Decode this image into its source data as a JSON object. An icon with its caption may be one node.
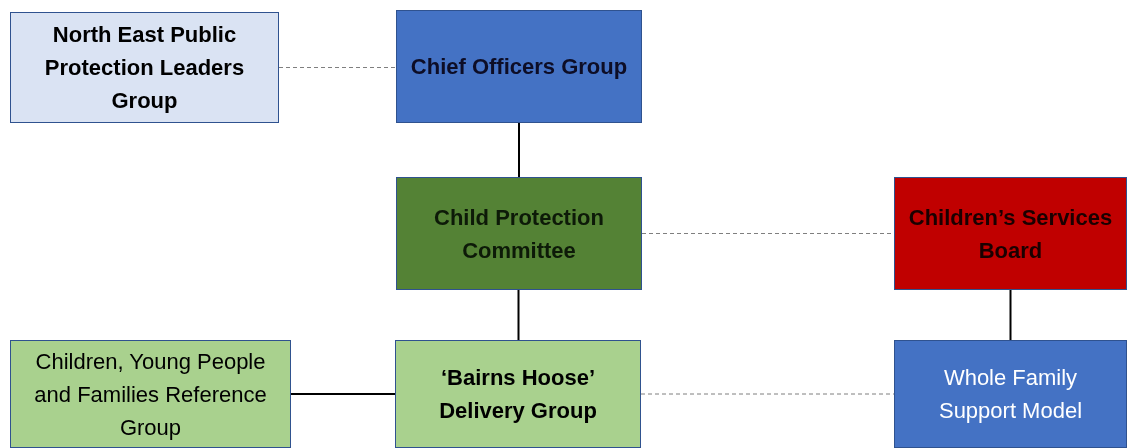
{
  "diagram": {
    "nodes": [
      {
        "text": [
          "North East Public Protection Leaders Group"
        ]
      },
      {
        "text": [
          "Chief Officers Group"
        ]
      },
      {
        "text": [
          "Child Protection Committee"
        ]
      },
      {
        "text": [
          "Children’s Services Board"
        ]
      },
      {
        "text": [
          "Children, Young People and Families Reference Group"
        ]
      },
      {
        "text": [
          "‘Bairns Hoose’ Delivery Group"
        ]
      },
      {
        "text": [
          "Whole Family Support Model"
        ]
      }
    ],
    "edges": [
      {
        "from": 0,
        "to": 1,
        "arrow": "none",
        "style": "dashed",
        "color": "#7f7f7f"
      },
      {
        "from": 1,
        "to": 2,
        "arrow": "none"
      },
      {
        "from": 2,
        "to": 3,
        "arrow": "none",
        "style": "dashed",
        "color": "#7f7f7f"
      },
      {
        "from": 2,
        "to": 5,
        "arrow": "none"
      },
      {
        "from": 3,
        "to": 6,
        "arrow": "none"
      },
      {
        "from": 5,
        "to": 4,
        "arrow": "none"
      },
      {
        "from": 5,
        "to": 6,
        "arrow": "none",
        "style": "dashed",
        "color": "#7f7f7f"
      }
    ]
  }
}
